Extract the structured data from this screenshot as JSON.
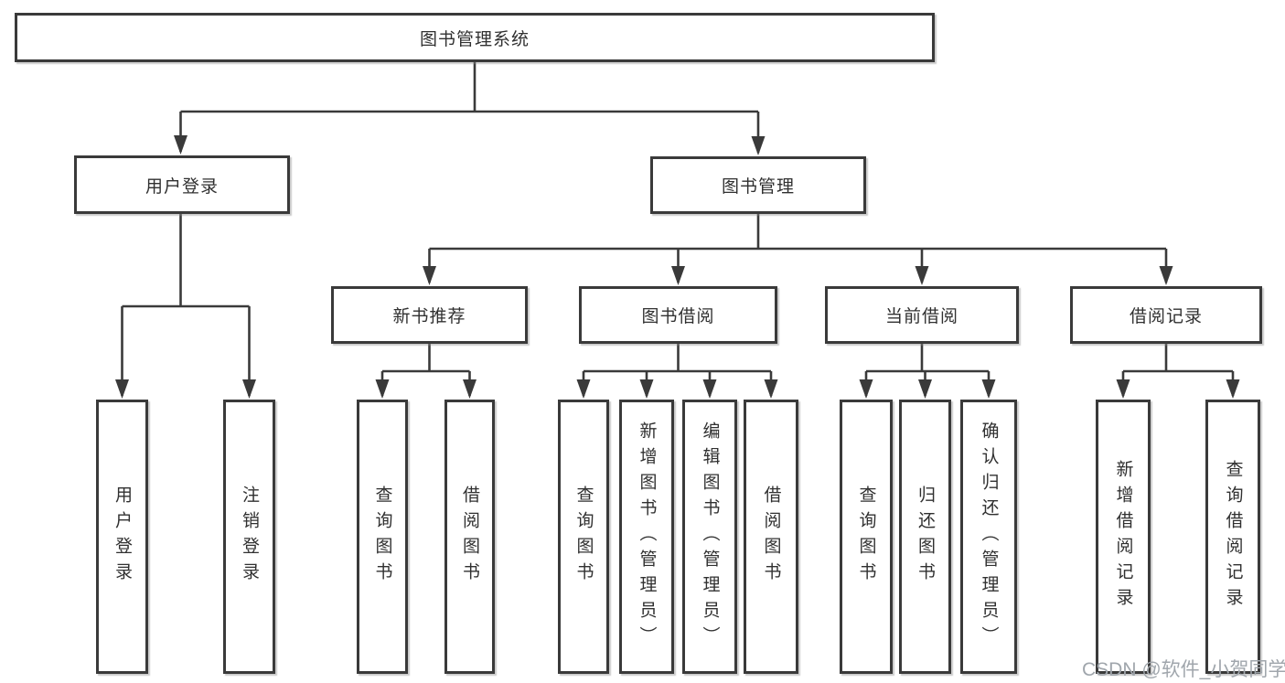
{
  "diagram": {
    "title": "图书管理系统",
    "type": "hierarchy-tree",
    "colors": {
      "line": "#3a3a3a",
      "box_border": "#3a3a3a",
      "text": "#303030",
      "background": "#ffffff",
      "watermark": "#a0a6ac"
    }
  },
  "nodes": {
    "root": {
      "label": "图书管理系统"
    },
    "level2": [
      {
        "label": "用户登录"
      },
      {
        "label": "图书管理"
      }
    ],
    "level3": [
      {
        "label": "新书推荐"
      },
      {
        "label": "图书借阅"
      },
      {
        "label": "当前借阅"
      },
      {
        "label": "借阅记录"
      }
    ],
    "leaves": [
      {
        "label": "用户登录",
        "parent": "用户登录"
      },
      {
        "label": "注销登录",
        "parent": "用户登录"
      },
      {
        "label": "查询图书",
        "parent": "新书推荐"
      },
      {
        "label": "借阅图书",
        "parent": "新书推荐"
      },
      {
        "label": "查询图书",
        "parent": "图书借阅"
      },
      {
        "label": "新增图书（管理员）",
        "parent": "图书借阅"
      },
      {
        "label": "编辑图书（管理员）",
        "parent": "图书借阅"
      },
      {
        "label": "借阅图书",
        "parent": "图书借阅"
      },
      {
        "label": "查询图书",
        "parent": "当前借阅"
      },
      {
        "label": "归还图书",
        "parent": "当前借阅"
      },
      {
        "label": "确认归还（管理员）",
        "parent": "当前借阅"
      },
      {
        "label": "新增借阅记录",
        "parent": "借阅记录"
      },
      {
        "label": "查询借阅记录",
        "parent": "借阅记录"
      }
    ]
  },
  "watermark": {
    "text": "CSDN @软件_小贺同学"
  }
}
